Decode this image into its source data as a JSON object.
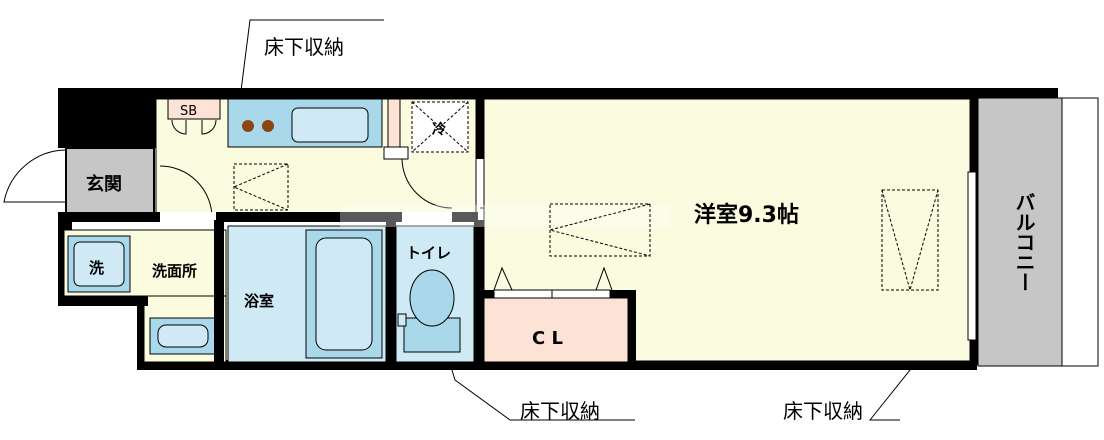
{
  "labels": {
    "underfloor_top": "床下収納",
    "underfloor_bottom_left": "床下収納",
    "underfloor_bottom_right": "床下収納",
    "sb": "SB",
    "refrigerator": "冷",
    "entrance": "玄関",
    "western_room": "洋室9.3帖",
    "washer": "洗",
    "washroom": "洗面所",
    "bathroom": "浴室",
    "toilet": "トイレ",
    "closet": "C L",
    "balcony": "バルコニー"
  },
  "colors": {
    "wall": "#000000",
    "room_floor": "#fbfbe0",
    "blue_fixture": "#a8d8ea",
    "blue_light": "#cfeaf5",
    "entrance_floor": "#c6c6c6",
    "balcony_floor": "#c6c6c6",
    "closet_floor": "#fde3d6",
    "stove_burner": "#8b4513"
  }
}
